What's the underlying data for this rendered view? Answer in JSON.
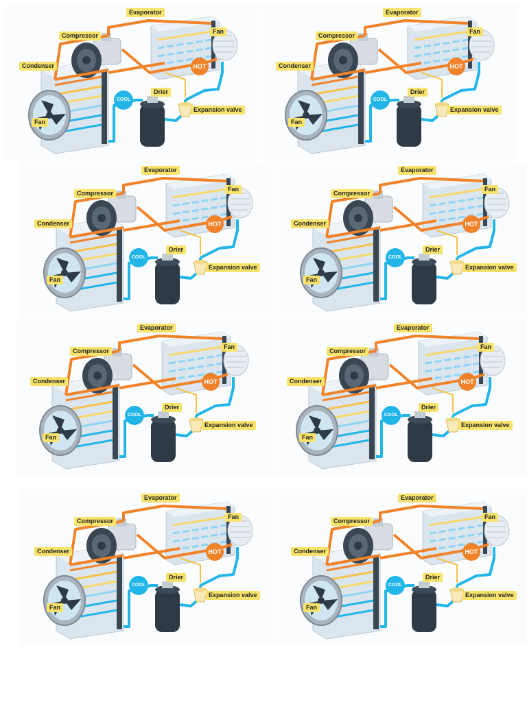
{
  "labels": {
    "evaporator": "Evaporator",
    "fan_top": "Fan",
    "compressor": "Compressor",
    "condenser": "Condenser",
    "hot": "HOT",
    "cool": "COOL",
    "drier": "Drier",
    "expansion_valve": "Expansion valve",
    "fan_bottom": "Fan"
  },
  "colors": {
    "hot_line": "#f0832a",
    "cool_line": "#22b5e8",
    "label_bg": "#f7e36b",
    "metal": "#c9d6e2",
    "dark": "#2e3a46"
  },
  "tile_count": 8
}
